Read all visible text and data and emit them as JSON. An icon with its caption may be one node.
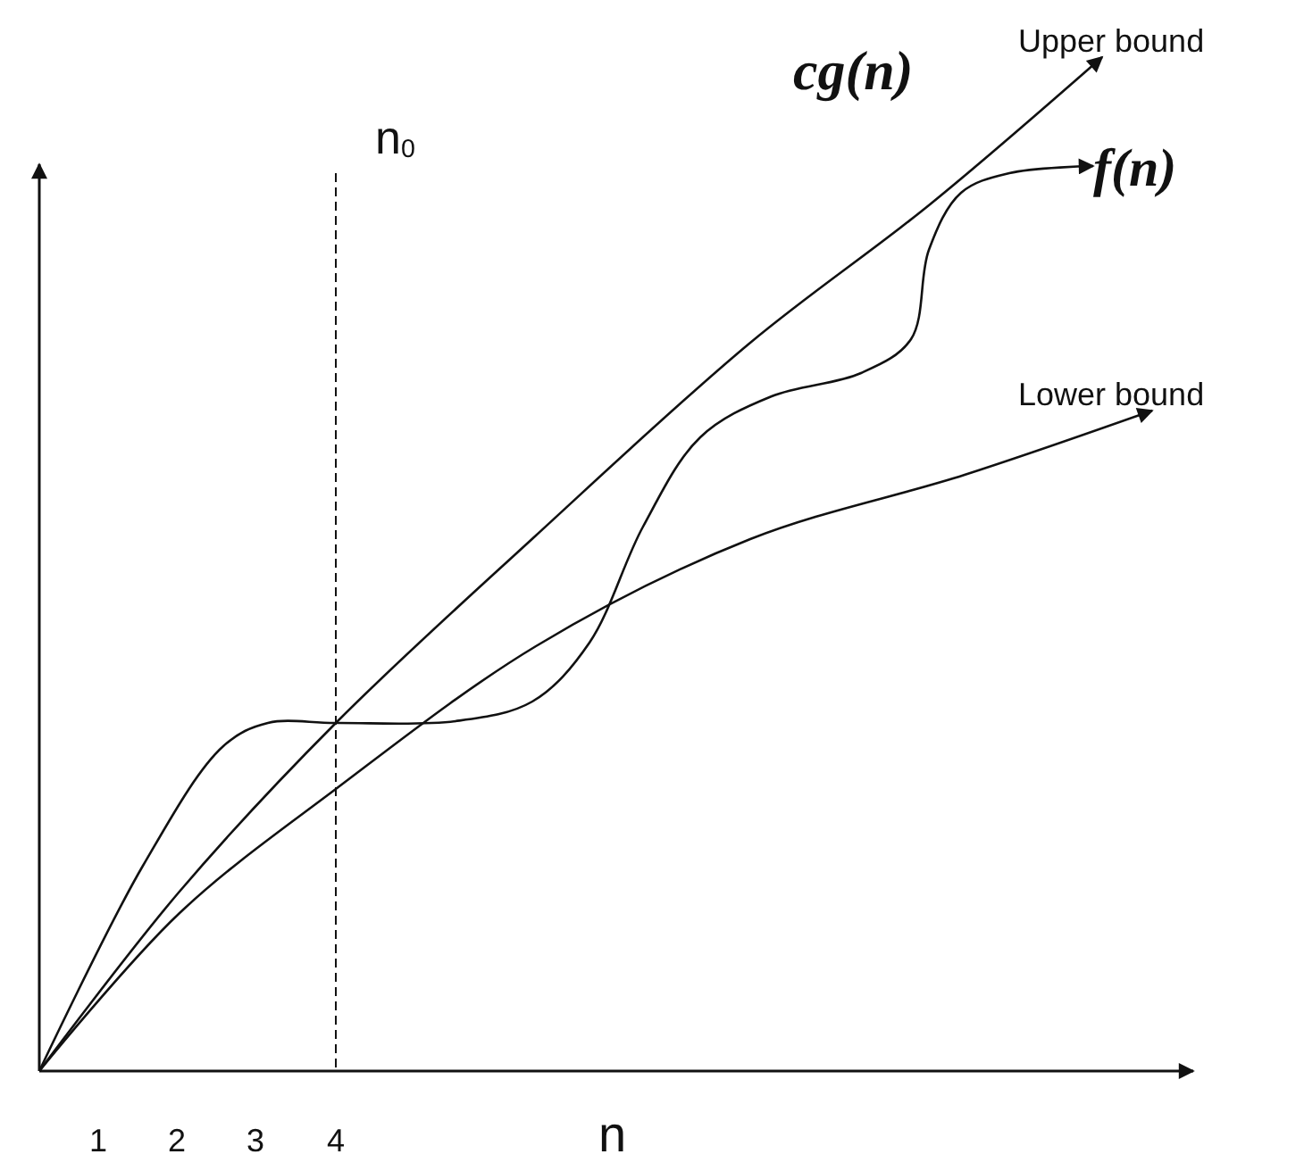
{
  "diagram": {
    "nodes": [
      {
        "text": [
          "Upper bound"
        ]
      },
      {
        "text": [
          "f(n)"
        ]
      },
      {
        "text": [
          "Lower bound"
        ]
      }
    ],
    "edges": [
      {
        "from": null,
        "to": 0,
        "arrow": "to"
      },
      {
        "from": null,
        "to": 1,
        "arrow": "to"
      },
      {
        "from": null,
        "to": 2,
        "arrow": "to"
      }
    ],
    "labels": [
      "cg(n)",
      "n$_{0}$",
      "1",
      "2",
      "3",
      "4",
      "n"
    ]
  }
}
